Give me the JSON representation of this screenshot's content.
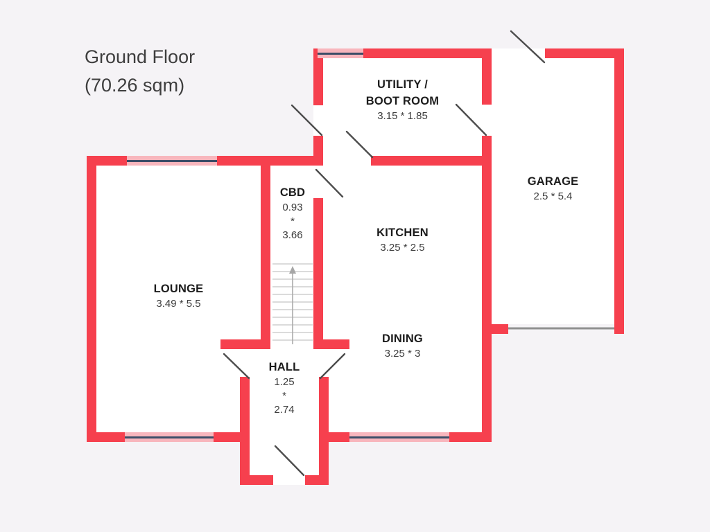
{
  "title": {
    "line1": "Ground Floor",
    "line2": "(70.26 sqm)"
  },
  "rooms": {
    "lounge": {
      "name": "LOUNGE",
      "dims": "3.49 * 5.5"
    },
    "cbd": {
      "name": "CBD",
      "w": "0.93",
      "sep": "*",
      "h": "3.66"
    },
    "kitchen": {
      "name": "KITCHEN",
      "dims": "3.25 * 2.5"
    },
    "dining": {
      "name": "DINING",
      "dims": "3.25 * 3"
    },
    "hall": {
      "name": "HALL",
      "w": "1.25",
      "sep": "*",
      "h": "2.74"
    },
    "utility": {
      "name_line_1": "UTILITY /",
      "name_line_2": "BOOT ROOM",
      "dims": "3.15 * 1.85"
    },
    "garage": {
      "name": "GARAGE",
      "dims": "2.5 * 5.4"
    }
  },
  "colors": {
    "wall_red": "#f6404e",
    "window_pink": "#f8b6bd",
    "window_glass_blue": "#3c4d67",
    "door_line_gray": "#4d4d4d",
    "stair_tread_gray": "#cfcfcf",
    "background": "#f5f3f6",
    "room_floor": "#ffffff"
  },
  "features": {
    "stairs_arrow_direction": "up"
  }
}
